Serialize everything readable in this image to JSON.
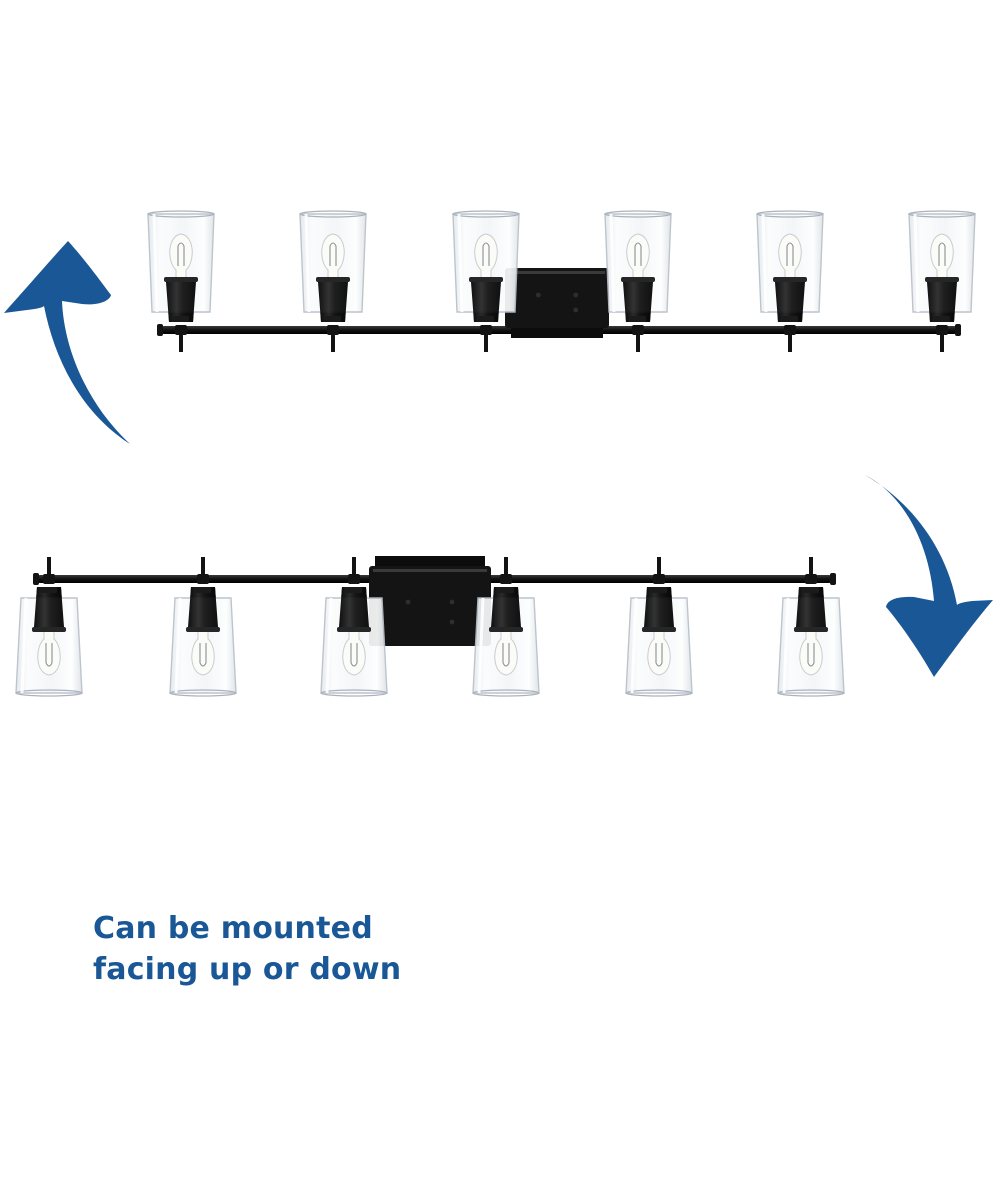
{
  "caption": {
    "line1": "Can be mounted",
    "line2": "facing up or down"
  },
  "fixture": {
    "light_count": 6,
    "finish_color": "#131313",
    "glass_color": "#f7f9fb"
  },
  "colors": {
    "accent": "#1a5796",
    "background": "#ffffff"
  },
  "icons": {
    "arrow_up": "curved-arrow-up-icon",
    "arrow_down": "curved-arrow-down-icon"
  }
}
